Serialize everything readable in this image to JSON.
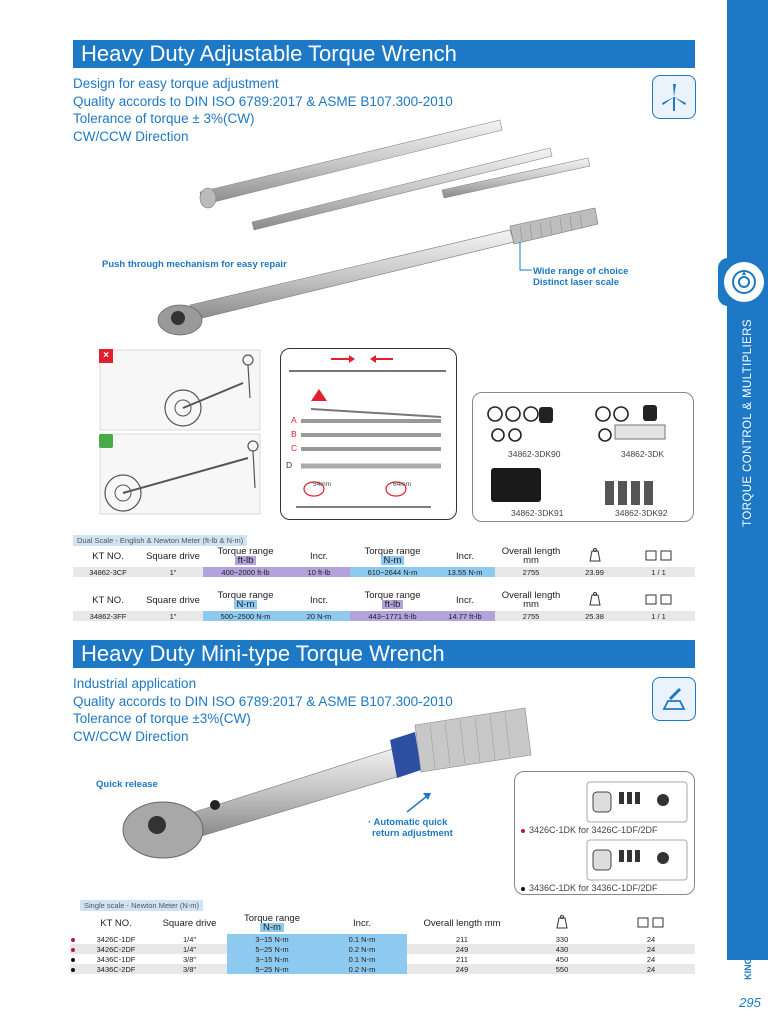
{
  "sidebar": {
    "category": "TORQUE CONTROL & MULTIPLIERS",
    "brand": "KING TONY",
    "page_number": "295"
  },
  "section1": {
    "title": "Heavy Duty Adjustable Torque Wrench",
    "features": [
      "Design for easy torque adjustment",
      "Quality accords to DIN ISO 6789:2017 & ASME B107.300-2010",
      "Tolerance of torque ± 3%(CW)",
      "CW/CCW Direction"
    ],
    "callouts": {
      "push_through": "Push through mechanism for easy repair",
      "wide_range_1": "Wide range of choice",
      "wide_range_2": "Distinct laser scale"
    },
    "assembly_labels": [
      "A",
      "B",
      "C",
      "D"
    ],
    "assembly_dims": [
      "54mm",
      "64mm"
    ],
    "accessories": [
      "34862-3DK90",
      "34862-3DK",
      "34862-3DK91",
      "34862-3DK92"
    ],
    "table1_caption": "Dual Scale - English & Newton Meter (ft-lb & N-m)",
    "table1_headers": [
      "KT NO.",
      "Square drive",
      "Torque range",
      "Incr.",
      "Torque range",
      "Incr.",
      "Overall length mm",
      "kg-icon",
      "pack-icon"
    ],
    "table1_units": [
      "ft-lb",
      "N-m"
    ],
    "table1_rows": [
      [
        "34862-3CF",
        "1\"",
        "400~2000 ft-lb",
        "10 ft-lb",
        "610~2644 N-m",
        "13.55 N-m",
        "2755",
        "23.99",
        "1 / 1"
      ]
    ],
    "table2_units": [
      "N-m",
      "ft-lb"
    ],
    "table2_rows": [
      [
        "34862-3FF",
        "1\"",
        "500~2500 N-m",
        "20 N-m",
        "443~1771 ft-lb",
        "14.77 ft-lb",
        "2755",
        "25.38",
        "1 / 1"
      ]
    ]
  },
  "section2": {
    "title": "Heavy Duty Mini-type Torque Wrench",
    "features": [
      "Industrial application",
      "Quality accords to DIN ISO 6789:2017 & ASME B107.300-2010",
      "Tolerance of torque ±3%(CW)",
      "CW/CCW Direction"
    ],
    "callouts": {
      "quick_release": "Quick release",
      "auto_return_1": "Automatic quick",
      "auto_return_2": "return adjustment"
    },
    "kits": [
      {
        "text": "3426C-1DK for 3426C-1DF/2DF",
        "bullet": "#b5184a"
      },
      {
        "text": "3436C-1DK for 3436C-1DF/2DF",
        "bullet": "#111111"
      }
    ],
    "table_caption": "Single scale - Newton Meter (N-m)",
    "table_headers": [
      "KT NO.",
      "Square drive",
      "Torque range",
      "Incr.",
      "Overall length mm",
      "weight-icon",
      "pack-icon"
    ],
    "table_unit": "N-m",
    "table_rows": [
      {
        "bullet": "#b5184a",
        "cells": [
          "3426C-1DF",
          "1/4\"",
          "3~15 N-m",
          "0.1 N-m",
          "211",
          "330",
          "24"
        ]
      },
      {
        "bullet": "#b5184a",
        "cells": [
          "3426C-2DF",
          "1/4\"",
          "5~25 N-m",
          "0.2 N-m",
          "249",
          "430",
          "24"
        ]
      },
      {
        "bullet": "#111111",
        "cells": [
          "3436C-1DF",
          "3/8\"",
          "3~15 N-m",
          "0.1 N-m",
          "211",
          "450",
          "24"
        ]
      },
      {
        "bullet": "#111111",
        "cells": [
          "3436C-2DF",
          "3/8\"",
          "5~25 N-m",
          "0.2 N-m",
          "249",
          "550",
          "24"
        ]
      }
    ]
  },
  "colors": {
    "accent": "#1d78c5",
    "purple": "#b3a3dd",
    "light_blue": "#8ec9ef"
  }
}
